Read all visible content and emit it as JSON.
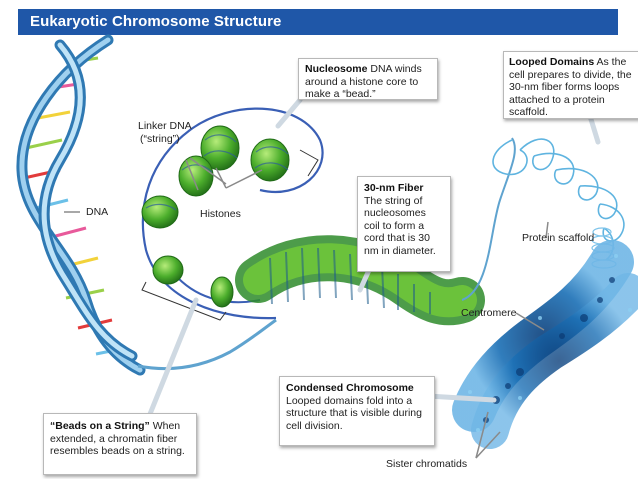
{
  "title": "Eukaryotic Chromosome Structure",
  "labels": {
    "dna": "DNA",
    "linker_dna_line1": "Linker DNA",
    "linker_dna_line2": "(“string”)",
    "histones": "Histones",
    "protein_scaffold": "Protein scaffold",
    "centromere": "Centromere",
    "sister_chromatids": "Sister chromatids"
  },
  "callouts": {
    "nucleosome": {
      "title": "Nucleosome",
      "text": "DNA winds around a histone core to make a “bead.”"
    },
    "looped_domains": {
      "title": "Looped Domains",
      "text": "As the cell prepares to divide, the 30-nm fiber forms loops attached to a protein scaffold."
    },
    "fiber_30nm": {
      "title": "30-nm Fiber",
      "text": "The string of nucleosomes coil to form a cord that is 30 nm in diameter."
    },
    "beads_on_string": {
      "title": "“Beads on a String”",
      "text": "When extended, a chromatin fiber resembles beads on a string."
    },
    "condensed_chromosome": {
      "title": "Condensed Chromosome",
      "text": "Looped domains fold into a structure that is visible during cell division."
    }
  },
  "colors": {
    "header": "#1f57a8",
    "dna_strand": "#5fa3cf",
    "histone_green": "#4cae2c",
    "chromosome_blue": "#1a6fb5"
  }
}
